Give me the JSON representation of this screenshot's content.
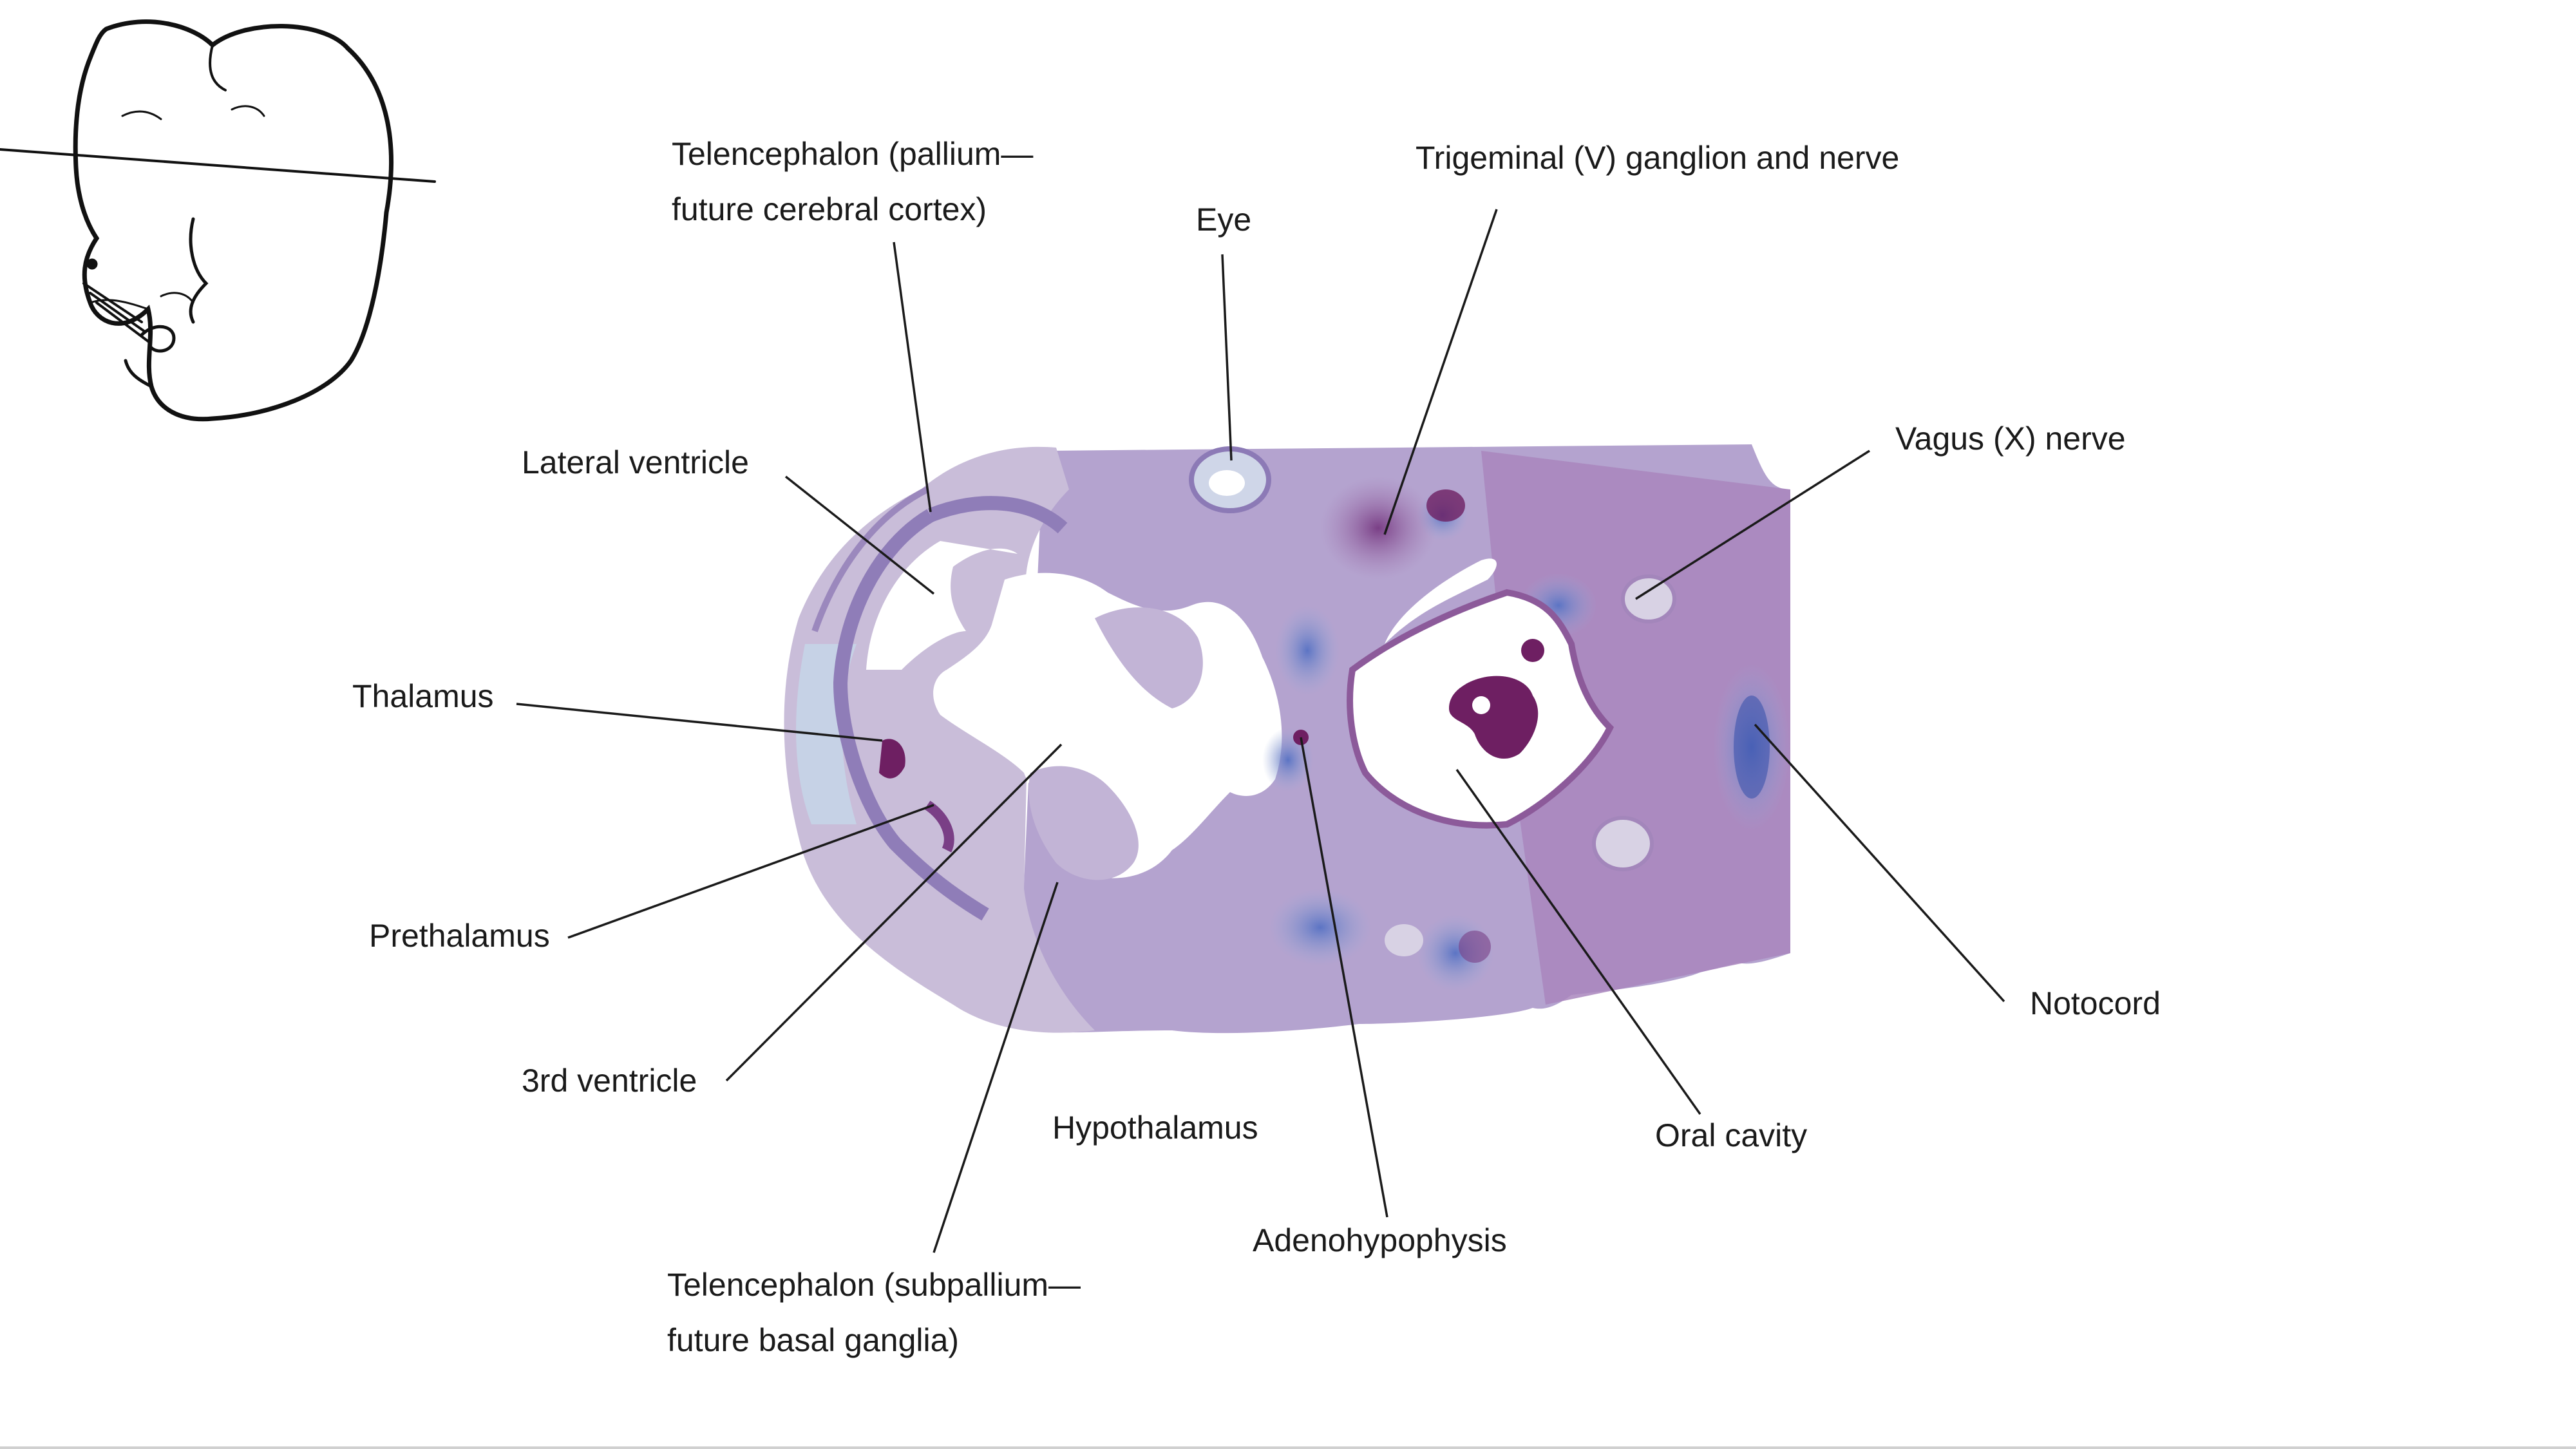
{
  "labels": {
    "telencephalon_pallium": [
      "Telencephalon (pallium—",
      "future cerebral cortex)"
    ],
    "eye": "Eye",
    "trigeminal": "Trigeminal (V) ganglion and nerve",
    "lateral_ventricle": "Lateral ventricle",
    "vagus": "Vagus (X) nerve",
    "thalamus": "Thalamus",
    "prethalamus": "Prethalamus",
    "notochord": "Notocord",
    "third_ventricle": "3rd ventricle",
    "hypothalamus": "Hypothalamus",
    "oral_cavity": "Oral cavity",
    "adenohypophysis": "Adenohypophysis",
    "telencephalon_subpallium": [
      "Telencephalon (subpallium—",
      "future basal ganglia)"
    ]
  },
  "colors": {
    "tissue_lilac": "#b9a6cc",
    "tissue_blue": "#8ea3d2",
    "tissue_purple": "#8c5a9a",
    "tissue_dark": "#6e1f62",
    "leader_line": "#1a1a1a",
    "outline": "#111111"
  }
}
